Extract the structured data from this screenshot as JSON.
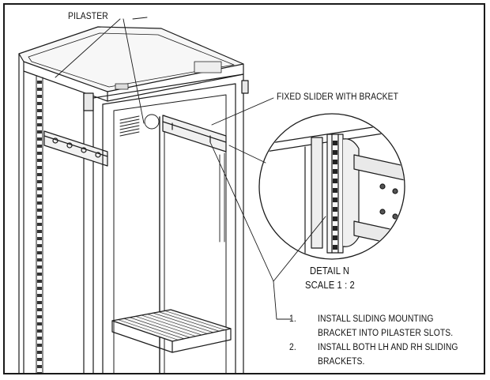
{
  "callouts": {
    "pilaster": "PILASTER",
    "fixed_slider": "FIXED SLIDER WITH BRACKET",
    "detail_title": "DETAIL N",
    "detail_scale": "SCALE 1 : 2"
  },
  "instructions": [
    {
      "num": "1.",
      "line1": "INSTALL SLIDING MOUNTING",
      "line2": "BRACKET INTO PILASTER SLOTS."
    },
    {
      "num": "2.",
      "line1": "INSTALL BOTH LH AND RH SLIDING",
      "line2": "BRACKETS."
    }
  ]
}
